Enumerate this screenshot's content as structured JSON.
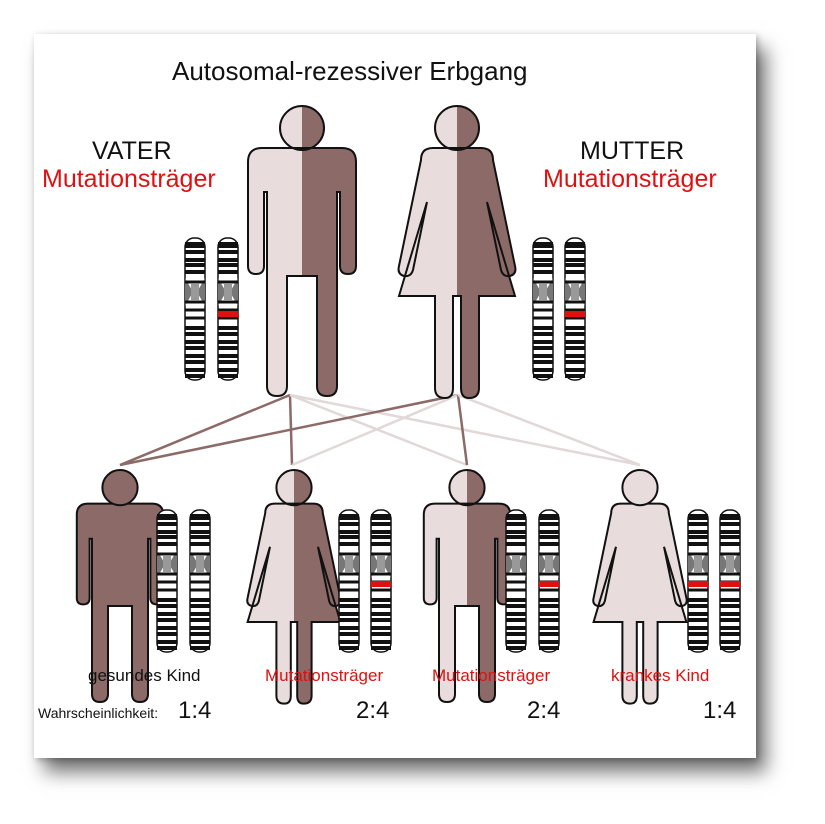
{
  "title": "Autosomal-rezessiver Erbgang",
  "father": {
    "label": "VATER",
    "status": "Mutationsträger"
  },
  "mother": {
    "label": "MUTTER",
    "status": "Mutationsträger"
  },
  "children": [
    {
      "label": "gesundes Kind",
      "ratio": "1:4",
      "status": "healthy",
      "sex": "male"
    },
    {
      "label": "Mutationsträger",
      "ratio": "2:4",
      "status": "carrier",
      "sex": "female"
    },
    {
      "label": "Mutationsträger",
      "ratio": "2:4",
      "status": "carrier",
      "sex": "male"
    },
    {
      "label": "krankes Kind",
      "ratio": "1:4",
      "status": "affected",
      "sex": "female"
    }
  ],
  "probability_label": "Wahrscheinlichkeit:",
  "colors": {
    "dark": "#8b6a67",
    "light": "#e8dcdc",
    "mutation": "#e01010",
    "red_text": "#e01010"
  }
}
